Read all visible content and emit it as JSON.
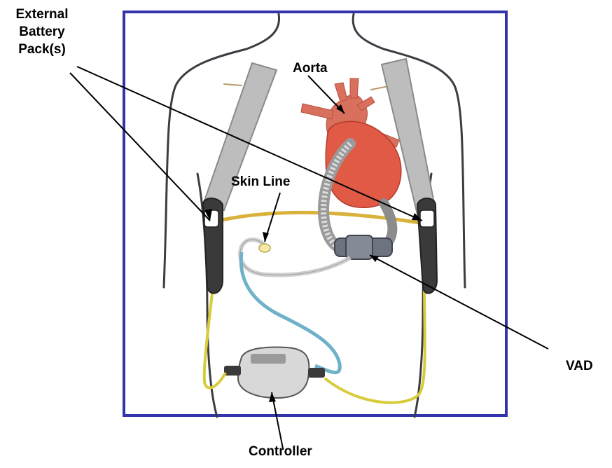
{
  "labels": {
    "battery_line1": "External",
    "battery_line2": "Battery",
    "battery_line3": "Pack(s)",
    "aorta": "Aorta",
    "skin_line": "Skin Line",
    "vad": "VAD",
    "controller": "Controller"
  },
  "colors": {
    "frame": "#3333aa",
    "body_outline": "#3c3c44",
    "harness": "#bdbdbd",
    "heart": "#e05a45",
    "aorta": "#d9705e",
    "driveline_yellow": "#d8cc3a",
    "driveline_blue": "#6fb1c9",
    "driveline_gray": "#cfcfcf",
    "vad_pump": "#6d7480",
    "controller_body": "#d8d8d8"
  },
  "icons": {
    "heart": "heart-icon",
    "vad": "vad-pump-icon",
    "controller": "controller-device-icon",
    "battery": "battery-pack-icon"
  }
}
